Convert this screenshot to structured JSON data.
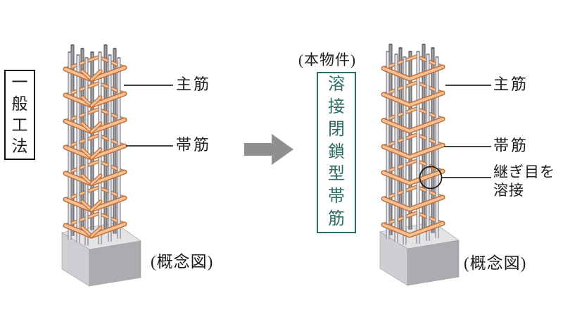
{
  "left_panel": {
    "method_label": "一般工法",
    "labels": {
      "main_rebar": "主筋",
      "hoop": "帯筋"
    },
    "caption": "(概念図)"
  },
  "center": {
    "property_note": "(本物件)",
    "method_label": "溶接閉鎖型帯筋"
  },
  "right_panel": {
    "labels": {
      "main_rebar": "主筋",
      "hoop": "帯筋",
      "weld_joint_line1": "継ぎ目を",
      "weld_joint_line2": "溶接"
    },
    "caption": "(概念図)"
  },
  "icons": {
    "arrow": "right-arrow",
    "weld_circle": "weld-joint-highlight-circle"
  },
  "colors": {
    "text": "#1c1c1c",
    "line": "#2a2a2a",
    "teal": "#2b6e63",
    "arrow": "#8f8f8f",
    "hoop_light": "#f4c094",
    "hoop_dark": "#c06f3a",
    "bar_light": "#e6e6e8",
    "bar_mid_edge": "#8a8a90",
    "bar_dark": "#66666c",
    "bar_dark_core": "#9c9ca2",
    "footing_top": "#e3e3e6",
    "footing_front": "#cfcfd3",
    "footing_side": "#acacb0"
  }
}
